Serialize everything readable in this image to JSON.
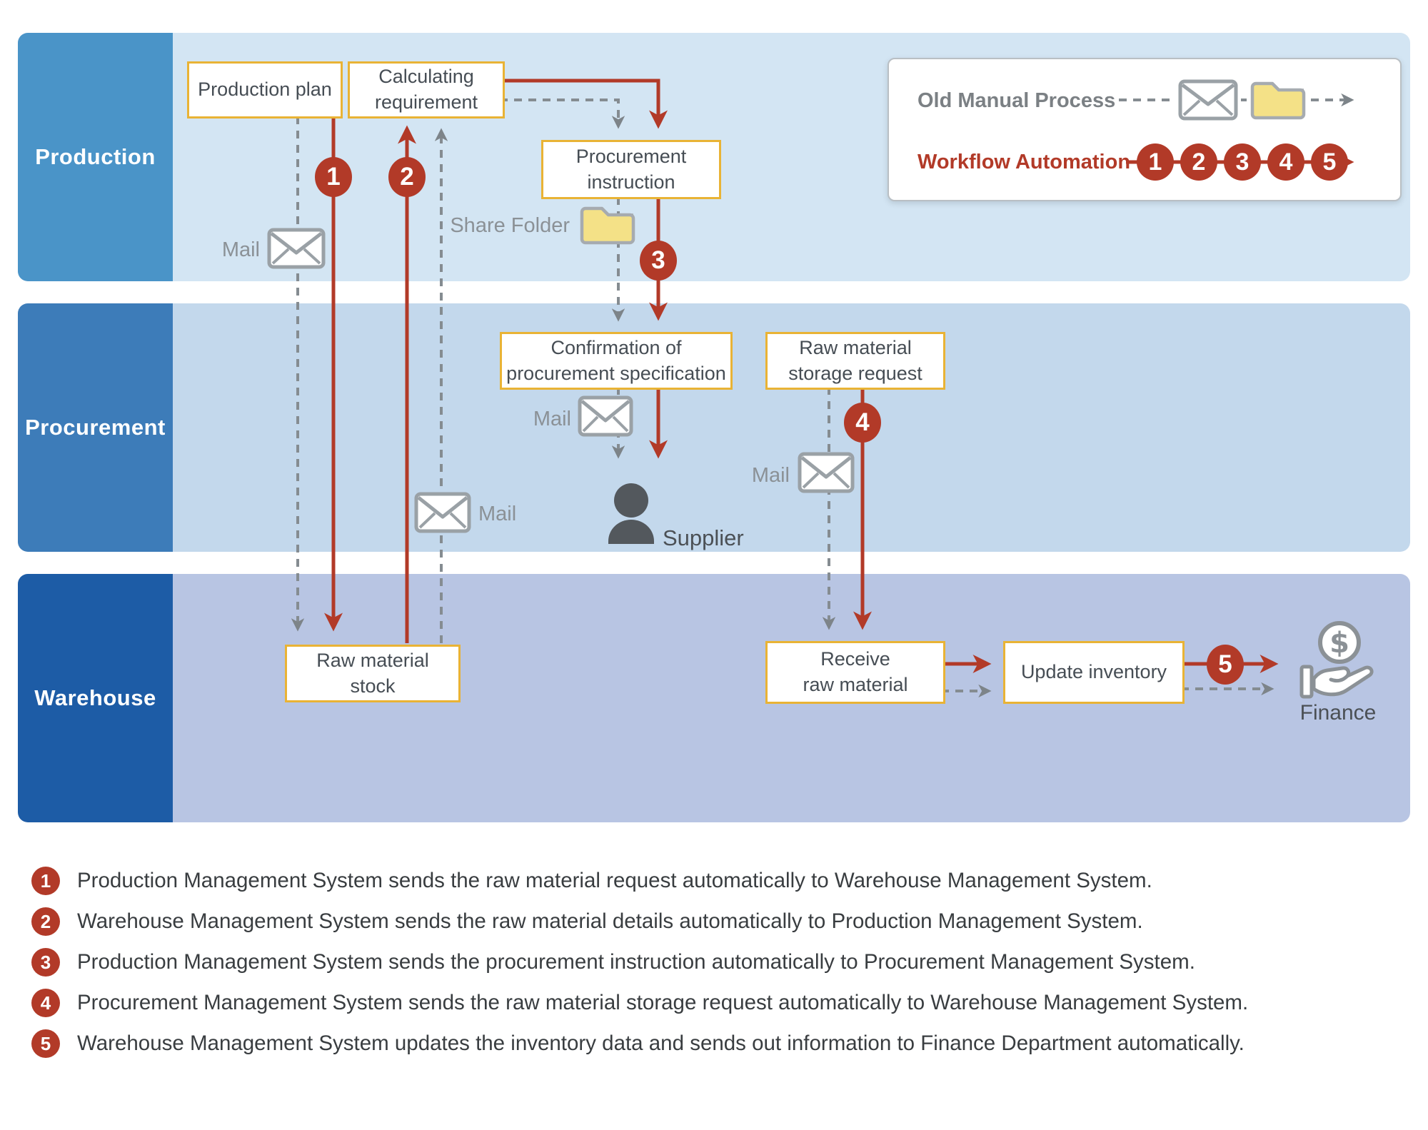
{
  "colors": {
    "accent_red": "#b23a28",
    "box_border_yellow": "#e9b335",
    "dash_gray": "#858c91",
    "lane_label_colors": [
      "#4a94c8",
      "#3d7cb9",
      "#1d5ca6"
    ],
    "lane_body_colors": [
      "#d3e5f3",
      "#c3d8ec",
      "#b8c5e3"
    ],
    "folder_yellow": "#f4e187"
  },
  "lanes": [
    {
      "label": "Production"
    },
    {
      "label": "Procurement"
    },
    {
      "label": "Warehouse"
    }
  ],
  "boxes": {
    "production_plan": "Production plan",
    "calculating_requirement": "Calculating\nrequirement",
    "procurement_instruction": "Procurement\ninstruction",
    "confirmation": "Confirmation of\nprocurement specification",
    "storage_request": "Raw material\nstorage request",
    "raw_material_stock": "Raw material\nstock",
    "receive_raw_material": "Receive\nraw material",
    "update_inventory": "Update inventory"
  },
  "labels": {
    "mail": "Mail",
    "share_folder": "Share Folder",
    "supplier": "Supplier",
    "finance": "Finance"
  },
  "legend": {
    "old_manual": "Old Manual Process",
    "workflow": "Workflow Automation"
  },
  "flow_numbers": [
    "1",
    "2",
    "3",
    "4",
    "5"
  ],
  "steps": [
    {
      "num": "1",
      "text": "Production Management System sends the raw material request automatically to Warehouse Management System."
    },
    {
      "num": "2",
      "text": "Warehouse Management System sends the raw material details automatically to Production Management System."
    },
    {
      "num": "3",
      "text": "Production Management System sends the procurement instruction automatically to Procurement Management System."
    },
    {
      "num": "4",
      "text": "Procurement Management System sends the raw material storage request automatically to Warehouse Management System."
    },
    {
      "num": "5",
      "text": "Warehouse Management System updates the inventory data and sends out information to Finance Department automatically."
    }
  ]
}
